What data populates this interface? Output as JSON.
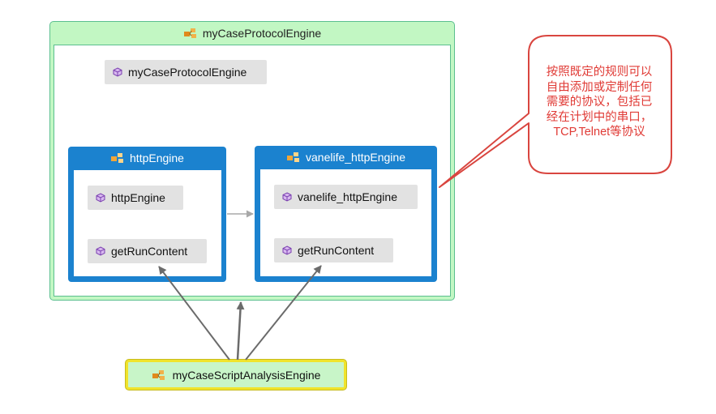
{
  "outer_class": {
    "title": "myCaseProtocolEngine",
    "member": "myCaseProtocolEngine"
  },
  "http_engine": {
    "title": "httpEngine",
    "members": [
      "httpEngine",
      "getRunContent"
    ]
  },
  "vanelife_engine": {
    "title": "vanelife_httpEngine",
    "members": [
      "vanelife_httpEngine",
      "getRunContent"
    ]
  },
  "bottom_class": {
    "title": "myCaseScriptAnalysisEngine"
  },
  "callout": {
    "text": "按照既定的规则可以\n自由添加或定制任何\n需要的协议，包括已\n经在计划中的串口，\nTCP,Telnet等协议"
  },
  "colors": {
    "container_fill": "#c2f7c3",
    "class_blue": "#1b82cf",
    "chip_gray": "#e2e2e2",
    "callout_stroke": "#d9453f",
    "highlight_border": "#f0e32b"
  },
  "icons": {
    "class": "class-icon",
    "member": "method-cube-icon"
  }
}
